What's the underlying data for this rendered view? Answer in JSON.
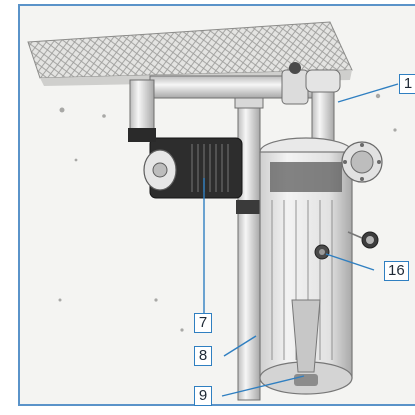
{
  "accent_color": "#2f7fc1",
  "callouts": [
    {
      "id": "c1",
      "label": "1"
    },
    {
      "id": "c7",
      "label": "7"
    },
    {
      "id": "c8",
      "label": "8"
    },
    {
      "id": "c9",
      "label": "9"
    },
    {
      "id": "c16",
      "label": "16"
    }
  ]
}
